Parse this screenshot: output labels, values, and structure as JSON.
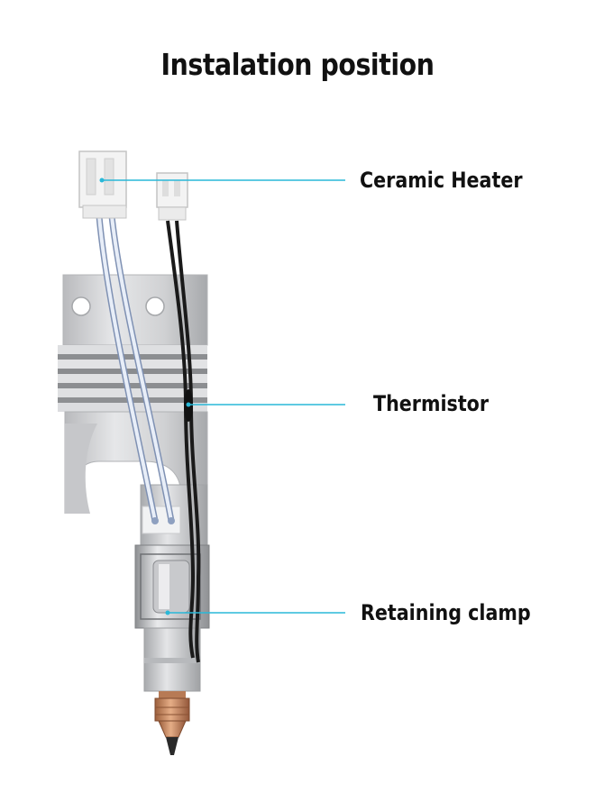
{
  "title": "Instalation position",
  "callouts": [
    {
      "id": "ceramic-heater",
      "label": "Ceramic Heater"
    },
    {
      "id": "thermistor",
      "label": "Thermistor"
    },
    {
      "id": "retaining-clamp",
      "label": "Retaining clamp"
    }
  ],
  "colors": {
    "callout_line": "#29b8d8",
    "aluminum": "#d2d3d5",
    "aluminum_shadow": "#a9abae",
    "brass_nozzle": "#c98a62",
    "thermistor_wire": "#1a1a1a",
    "heater_wire": "#c9d6ea"
  }
}
